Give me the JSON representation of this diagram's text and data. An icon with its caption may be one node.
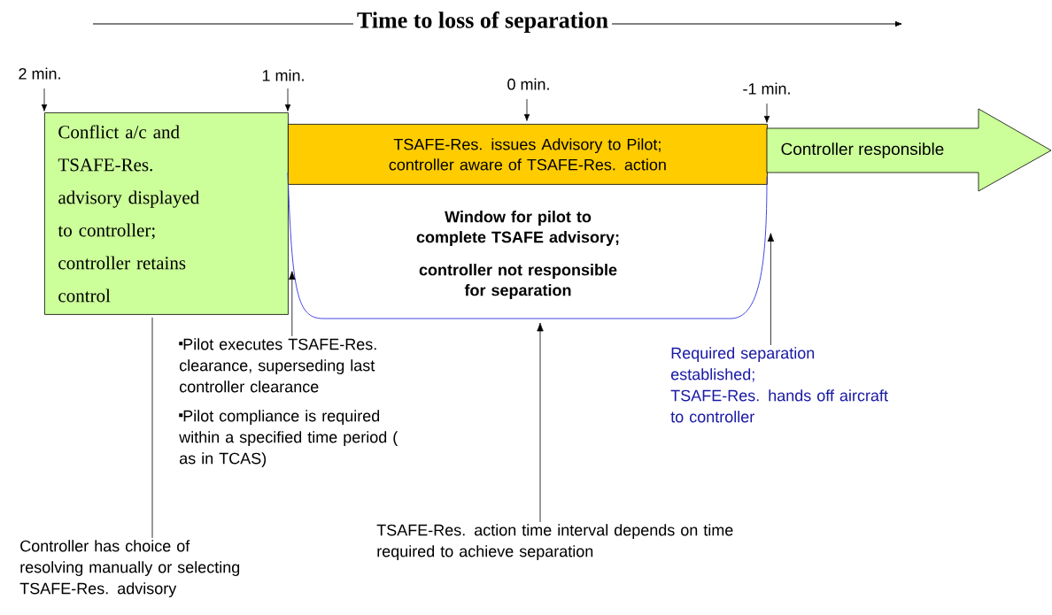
{
  "diagram": {
    "title": "Time to loss of separation",
    "nodes": [
      {
        "text": [
          "Conflict a/c and TSAFE-Res. advisory displayed to controller; controller retains control"
        ]
      },
      {
        "text": [
          "TSAFE-Res. issues Advisory to Pilot; controller aware of TSAFE-Res. action"
        ]
      },
      {
        "text": [
          "Controller responsible"
        ]
      },
      {
        "text": [
          "Window for pilot to complete TSAFE advisory;",
          "controller not responsible for separation"
        ]
      },
      {
        "text": [
          "Pilot executes TSAFE-Res. clearance, superseding last controller clearance",
          "Pilot compliance is required within a specified time period ( as in TCAS)"
        ]
      },
      {
        "text": [
          "Required separation established;",
          "TSAFE-Res. hands off aircraft to controller"
        ]
      },
      {
        "text": [
          "Controller has choice of resolving manually or selecting TSAFE-Res. advisory"
        ]
      },
      {
        "text": [
          "TSAFE-Res. action time interval depends on time required to achieve separation"
        ]
      }
    ],
    "edges": [
      {
        "from": 4,
        "to": 0,
        "arrow": "to"
      },
      {
        "from": 5,
        "to": 3,
        "arrow": "to"
      },
      {
        "from": 6,
        "to": 0,
        "arrow": "none"
      },
      {
        "from": 7,
        "to": 3,
        "arrow": "to"
      }
    ],
    "labels": [
      "2 min.",
      "1 min.",
      "0 min.",
      "-1 min."
    ]
  }
}
